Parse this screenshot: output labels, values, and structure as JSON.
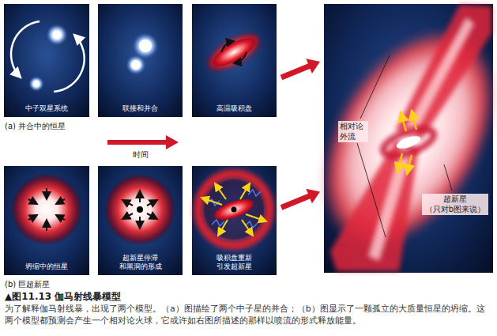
{
  "diagram": {
    "title": "▲图11.13 伽马射线暴模型",
    "caption": "为了解释伽马射线暴，出现了两个模型。（a）图描绘了两个中子星的并合；（b）图显示了一颗孤立的大质量恒星的坍缩。这两个模型都预测会产生一个相对论火球，它或许如右图所描述的那样以喷流的形式释放能量。",
    "nodes": [
      {
        "text": [
          "中子双星系统"
        ]
      },
      {
        "text": [
          "联接和并合"
        ]
      },
      {
        "text": [
          "高温吸积盘"
        ]
      },
      {
        "text": [
          "坍缩中的恒星"
        ]
      },
      {
        "text": [
          "超新星停滞 和黑洞的形成"
        ]
      },
      {
        "text": [
          "吸积盘重新 引发超新星"
        ]
      },
      {
        "text": [
          "相对论 外流",
          "超新星 （只对b图来说）"
        ]
      }
    ],
    "edges": [
      {
        "from": 2,
        "to": 6,
        "arrow": "to"
      },
      {
        "from": 5,
        "to": 6,
        "arrow": "to"
      }
    ],
    "labels": [
      "(a) 并合中的恒星",
      "时间",
      "(b) 巨超新星"
    ]
  }
}
